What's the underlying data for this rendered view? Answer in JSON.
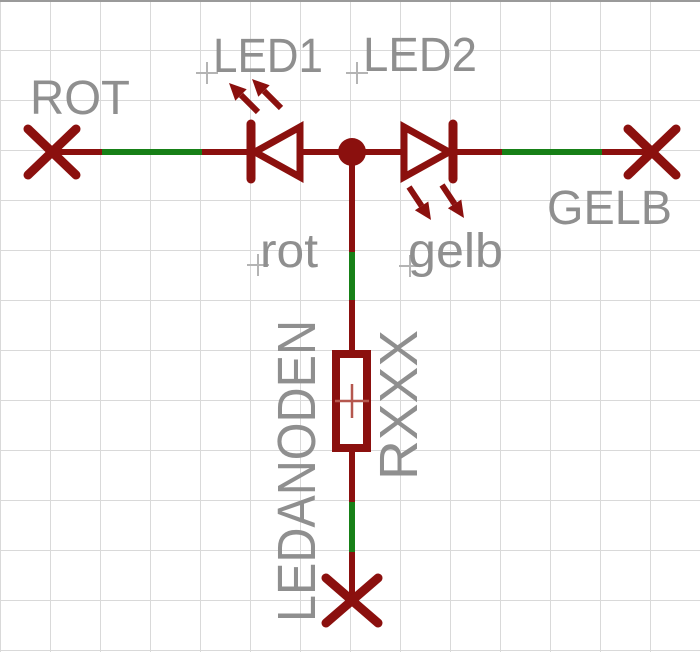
{
  "schematic": {
    "nets": {
      "left_label": "ROT",
      "right_label": "GELB",
      "bottom_label": "LEDANODEN"
    },
    "parts": {
      "led1": {
        "name": "LED1",
        "value": "rot"
      },
      "led2": {
        "name": "LED2",
        "value": "gelb"
      },
      "resistor": {
        "name": "RXXX"
      }
    },
    "colors": {
      "symbol_red": "#8b100e",
      "net_green": "#178017",
      "label_gray": "#8f8f8f",
      "grid_gray": "#d9d9d9",
      "origin_cross_gray": "#b4b4b4",
      "part_origin_red": "#b5574e",
      "background": "#ffffff"
    },
    "icons": {
      "open_end_marker": "x-cross",
      "junction": "filled-dot",
      "origin_marker": "plus-cross",
      "led_emission": "double-arrow"
    }
  }
}
